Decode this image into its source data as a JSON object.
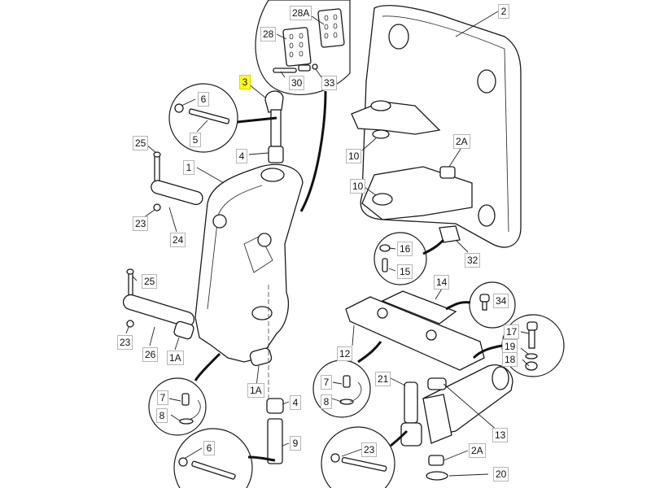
{
  "diagram": {
    "type": "exploded-parts-diagram",
    "highlighted_callout": "3",
    "highlight_color": "#ffff1a",
    "callouts": [
      {
        "id": "c-28a",
        "text": "28A"
      },
      {
        "id": "c-2",
        "text": "2"
      },
      {
        "id": "c-28",
        "text": "28"
      },
      {
        "id": "c-30",
        "text": "30"
      },
      {
        "id": "c-33",
        "text": "33"
      },
      {
        "id": "c-3",
        "text": "3"
      },
      {
        "id": "c-6a",
        "text": "6"
      },
      {
        "id": "c-5",
        "text": "5"
      },
      {
        "id": "c-25a",
        "text": "25"
      },
      {
        "id": "c-4a",
        "text": "4"
      },
      {
        "id": "c-1",
        "text": "1"
      },
      {
        "id": "c-10a",
        "text": "10"
      },
      {
        "id": "c-2a-top",
        "text": "2A"
      },
      {
        "id": "c-10b",
        "text": "10"
      },
      {
        "id": "c-23a",
        "text": "23"
      },
      {
        "id": "c-24",
        "text": "24"
      },
      {
        "id": "c-16",
        "text": "16"
      },
      {
        "id": "c-15",
        "text": "15"
      },
      {
        "id": "c-32",
        "text": "32"
      },
      {
        "id": "c-25b",
        "text": "25"
      },
      {
        "id": "c-14",
        "text": "14"
      },
      {
        "id": "c-34",
        "text": "34"
      },
      {
        "id": "c-23b",
        "text": "23"
      },
      {
        "id": "c-26",
        "text": "26"
      },
      {
        "id": "c-1a-left",
        "text": "1A"
      },
      {
        "id": "c-17",
        "text": "17"
      },
      {
        "id": "c-12",
        "text": "12"
      },
      {
        "id": "c-19",
        "text": "19"
      },
      {
        "id": "c-18",
        "text": "18"
      },
      {
        "id": "c-7a",
        "text": "7"
      },
      {
        "id": "c-21",
        "text": "21"
      },
      {
        "id": "c-7b",
        "text": "7"
      },
      {
        "id": "c-1a-right",
        "text": "1A"
      },
      {
        "id": "c-8a",
        "text": "8"
      },
      {
        "id": "c-4b",
        "text": "4"
      },
      {
        "id": "c-8b",
        "text": "8"
      },
      {
        "id": "c-13",
        "text": "13"
      },
      {
        "id": "c-9",
        "text": "9"
      },
      {
        "id": "c-6b",
        "text": "6"
      },
      {
        "id": "c-23c",
        "text": "23"
      },
      {
        "id": "c-2a-bottom",
        "text": "2A"
      },
      {
        "id": "c-20",
        "text": "20"
      }
    ]
  }
}
